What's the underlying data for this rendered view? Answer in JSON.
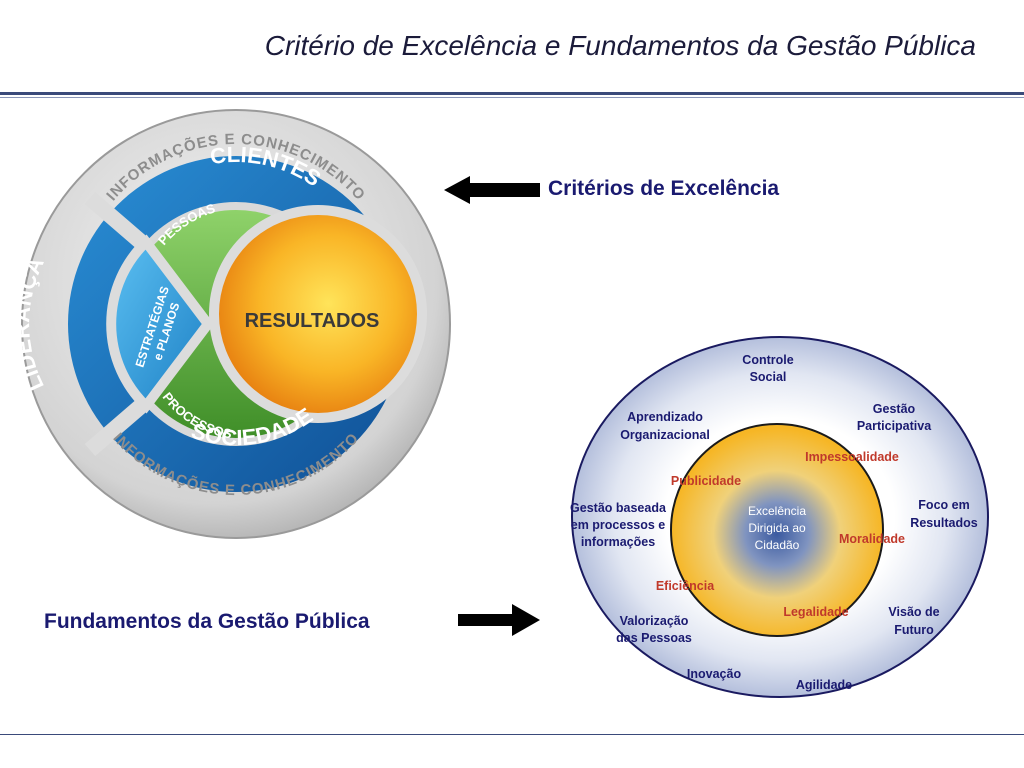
{
  "title": "Critério de Excelência e Fundamentos da Gestão Pública",
  "labels": {
    "criterios": "Critérios de Excelência",
    "fundamentos": "Fundamentos da Gestão Pública"
  },
  "wheel": {
    "ring_top": "INFORMAÇÕES E CONHECIMENTO",
    "ring_bottom": "INFORMAÇÕES E CONHECIMENTO",
    "clientes": "CLIENTES",
    "sociedade": "SOCIEDADE",
    "lideranca": "LIDERANÇA",
    "estrategias_1": "ESTRATÉGIAS",
    "estrategias_2": "e PLANOS",
    "pessoas": "PESSOAS",
    "processos": "PROCESSOS",
    "resultados": "RESULTADOS"
  },
  "fundamentos_diagram": {
    "center": [
      "Excelência",
      "Dirigida ao",
      "Cidadão"
    ],
    "inner": [
      "Impessoalidade",
      "Publicidade",
      "Moralidade",
      "Eficiência",
      "Legalidade"
    ],
    "outer": {
      "controle_social": [
        "Controle",
        "Social"
      ],
      "gestao_participativa": [
        "Gestão",
        "Participativa"
      ],
      "aprendizado": [
        "Aprendizado",
        "Organizacional"
      ],
      "foco_resultados": [
        "Foco em",
        "Resultados"
      ],
      "gestao_processos": [
        "Gestão  baseada",
        "em processos e",
        "informações"
      ],
      "visao_futuro": [
        "Visão de",
        "Futuro"
      ],
      "valorizacao": [
        "Valorização",
        "das Pessoas"
      ],
      "inovacao": [
        "Inovação"
      ],
      "agilidade": [
        "Agilidade"
      ]
    }
  },
  "colors": {
    "navy": "#1a1a70",
    "inner_red": "#c0392b",
    "blue_dark": "#1565a8",
    "blue_light": "#2c9ad8",
    "green": "#5aaa3a",
    "orange": "#f39a12"
  }
}
